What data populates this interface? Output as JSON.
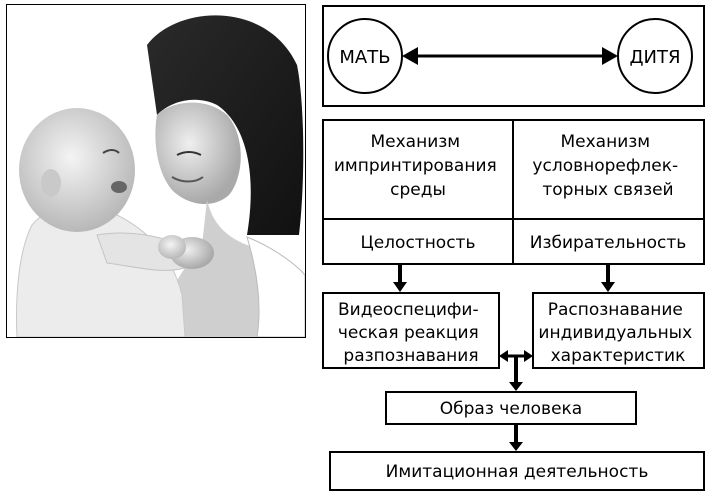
{
  "photo": {
    "subject": "mother-holding-baby-photo"
  },
  "diagram": {
    "top": {
      "left_label": "МАТЬ",
      "right_label": "ДИТЯ"
    },
    "mechanisms": {
      "left": {
        "title_lines": [
          "Механизм",
          "импринтирования",
          "среды"
        ],
        "property": "Целостность"
      },
      "right": {
        "title_lines": [
          "Механизм",
          "условнорефлек-",
          "торных связей"
        ],
        "property": "Избирательность"
      }
    },
    "outputs": {
      "left_lines": [
        "Видеоспецифи-",
        "ческая реакция",
        "разпознавания"
      ],
      "right_lines": [
        "Распознавание",
        "индивидуальных",
        "характеристик"
      ]
    },
    "image_box": "Образ человека",
    "final_box": "Имитационная деятельность"
  },
  "colors": {
    "ink": "#000000",
    "paper": "#ffffff"
  }
}
